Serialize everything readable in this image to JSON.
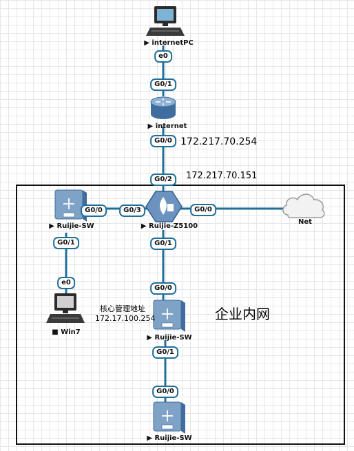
{
  "devices": {
    "internet_pc": {
      "label": "▶ internetPC",
      "icon": "pc-icon"
    },
    "internet_router": {
      "label": "▶ internet",
      "icon": "router-icon"
    },
    "firewall": {
      "label": "▶ Ruijie-Z5100",
      "icon": "firewall-icon"
    },
    "switch_left": {
      "label": "▶ Ruijie-SW",
      "icon": "switch-icon"
    },
    "cloud": {
      "label": "Net",
      "icon": "cloud-icon"
    },
    "win7": {
      "label": "■ Win7",
      "icon": "pc-icon"
    },
    "switch_core": {
      "label": "▶ Ruijie-SW",
      "icon": "switch-icon"
    },
    "switch_bottom": {
      "label": "▶ Ruijie-SW",
      "icon": "switch-icon"
    }
  },
  "ports": {
    "pc_e0": "e0",
    "router_g01": "G0/1",
    "router_g00": "G0/0",
    "fw_g02": "G0/2",
    "swleft_g00": "G0/0",
    "fw_g03": "G0/3",
    "fw_g00": "G0/0",
    "swleft_g01": "G0/1",
    "win7_e0": "e0",
    "fw_g01": "G0/1",
    "core_g00": "G0/0",
    "core_g01": "G0/1",
    "bottom_g00": "G0/0"
  },
  "annotations": {
    "router_ip": "172.217.70.254",
    "firewall_ip": "172.217.70.151",
    "mgmt_title": "核心管理地址",
    "mgmt_ip": "172.17.100.254",
    "zone": "企业内网"
  },
  "colors": {
    "link": "#1f6f99",
    "device_fill": "#7fa3c7",
    "device_dark": "#3f6e9e"
  }
}
